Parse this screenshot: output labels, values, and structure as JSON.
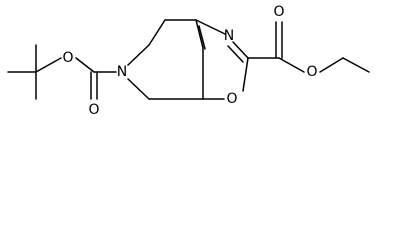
{
  "figure": {
    "kind": "chemical-structure",
    "line_color": "#000000",
    "background": "#ffffff"
  },
  "atoms": {
    "ester_ring_o": "O",
    "carbonyl_o_left": "O",
    "ring_n": "N",
    "oxazole_n": "N",
    "oxazole_o": "O",
    "carbonyl_o_right": "O",
    "ester_o_right": "O"
  }
}
